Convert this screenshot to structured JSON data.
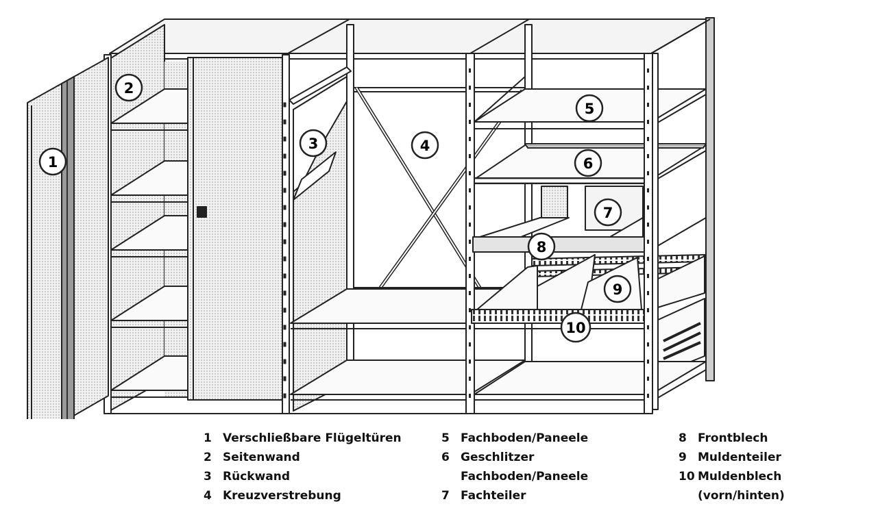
{
  "callouts": [
    "1",
    "2",
    "3",
    "4",
    "5",
    "6",
    "7",
    "8",
    "9",
    "10"
  ],
  "legend": {
    "col1": [
      {
        "num": "1",
        "label": "Verschließbare Flügeltüren"
      },
      {
        "num": "2",
        "label": "Seitenwand"
      },
      {
        "num": "3",
        "label": "Rückwand"
      },
      {
        "num": "4",
        "label": "Kreuzverstrebung"
      }
    ],
    "col2": [
      {
        "num": "5",
        "label": "Fachboden/Paneele"
      },
      {
        "num": "6",
        "label": "Geschlitzer"
      },
      {
        "num": "",
        "label": "Fachboden/Paneele"
      },
      {
        "num": "7",
        "label": "Fachteiler"
      }
    ],
    "col3": [
      {
        "num": "8",
        "label": "Frontblech"
      },
      {
        "num": "9",
        "label": "Muldenteiler"
      },
      {
        "num": "10",
        "label": "Muldenblech"
      },
      {
        "num": "",
        "label": "(vorn/hinten)"
      }
    ]
  },
  "colors": {
    "line": "#222222",
    "panel": "#e6e6e6",
    "dark": "#555555",
    "paper": "#ffffff"
  }
}
